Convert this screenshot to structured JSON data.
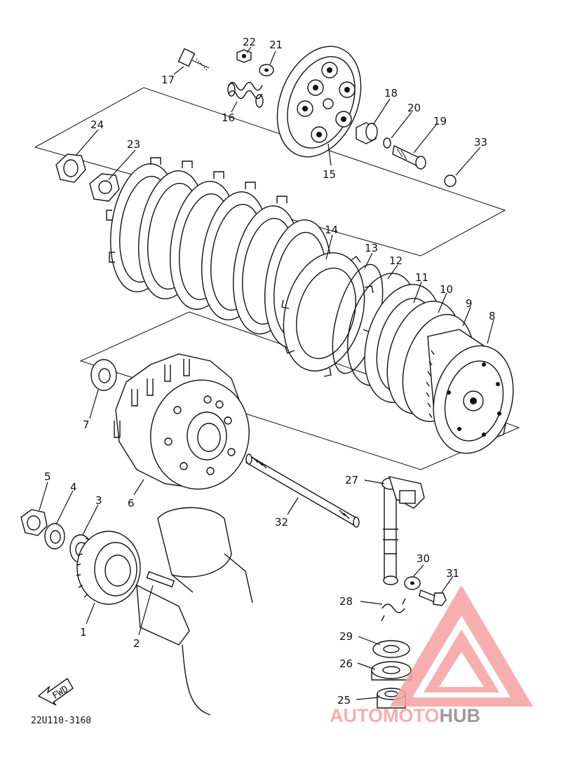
{
  "diagram": {
    "labels": {
      "l1": "1",
      "l2": "2",
      "l3": "3",
      "l4": "4",
      "l5": "5",
      "l6": "6",
      "l7": "7",
      "l8": "8",
      "l9": "9",
      "l10": "10",
      "l11": "11",
      "l12": "12",
      "l13": "13",
      "l14": "14",
      "l15": "15",
      "l16": "16",
      "l17": "17",
      "l18": "18",
      "l19": "19",
      "l20": "20",
      "l21": "21",
      "l22": "22",
      "l23": "23",
      "l24": "24",
      "l25": "25",
      "l26": "26",
      "l27": "27",
      "l28": "28",
      "l29": "29",
      "l30": "30",
      "l31": "31",
      "l32": "32",
      "l33": "33"
    },
    "fwd_label": "FWD",
    "part_code": "22U110-3160"
  },
  "watermark": {
    "segments": [
      "AUTO",
      "MOTO",
      "HUB"
    ],
    "colors": {
      "primary": "#f5a0a0",
      "secondary": "#8a8a8a"
    }
  }
}
